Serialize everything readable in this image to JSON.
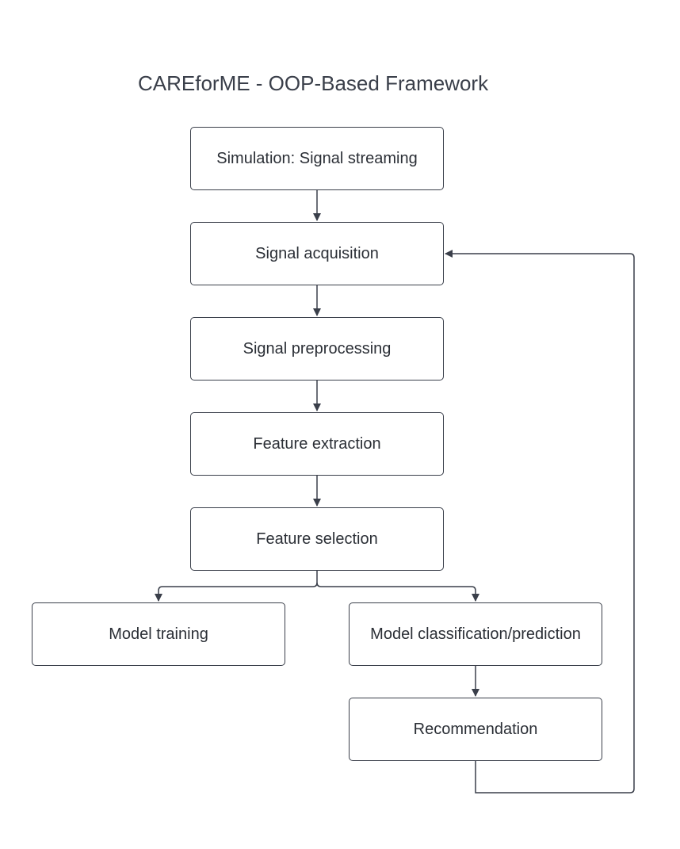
{
  "title": "CAREforME - OOP-Based Framework",
  "nodes": {
    "simulation": "Simulation: Signal streaming",
    "acquisition": "Signal acquisition",
    "preprocessing": "Signal preprocessing",
    "extraction": "Feature extraction",
    "selection": "Feature selection",
    "training": "Model training",
    "classification": "Model classification/prediction",
    "recommendation": "Recommendation"
  },
  "edges": [
    {
      "from": "simulation",
      "to": "acquisition"
    },
    {
      "from": "acquisition",
      "to": "preprocessing"
    },
    {
      "from": "preprocessing",
      "to": "extraction"
    },
    {
      "from": "extraction",
      "to": "selection"
    },
    {
      "from": "selection",
      "to": "training"
    },
    {
      "from": "selection",
      "to": "classification"
    },
    {
      "from": "classification",
      "to": "recommendation"
    },
    {
      "from": "recommendation",
      "to": "acquisition"
    }
  ],
  "colors": {
    "line": "#3a3f4a",
    "text": "#2b2f36"
  }
}
